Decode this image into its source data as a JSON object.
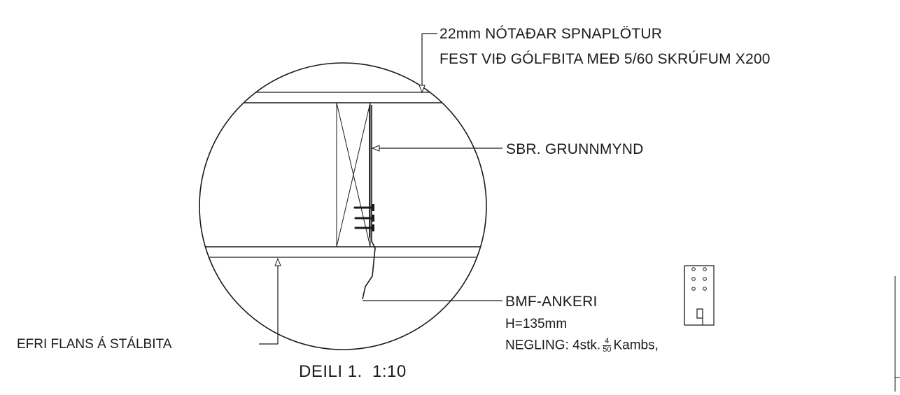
{
  "callouts": {
    "sheathing_line1": "22mm NÓTAÐAR SPNAPLÖTUR",
    "sheathing_line2": "FEST VIÐ GÓLFBITA MEÐ 5/60 SKRÚFUM X200",
    "reference": "SBR. GRUNNMYND",
    "flange": "EFRI FLANS Á STÁLBITA",
    "anchor_name": "BMF-ANKERI",
    "anchor_height": "H=135mm",
    "nailing_prefix": "NEGLING: 4stk.",
    "nailing_frac_num": "4",
    "nailing_frac_den": "50",
    "nailing_suffix": "Kambs,"
  },
  "title": "DEILI 1.  1:10",
  "colors": {
    "line": "#1a1a1a",
    "background": "#ffffff"
  }
}
